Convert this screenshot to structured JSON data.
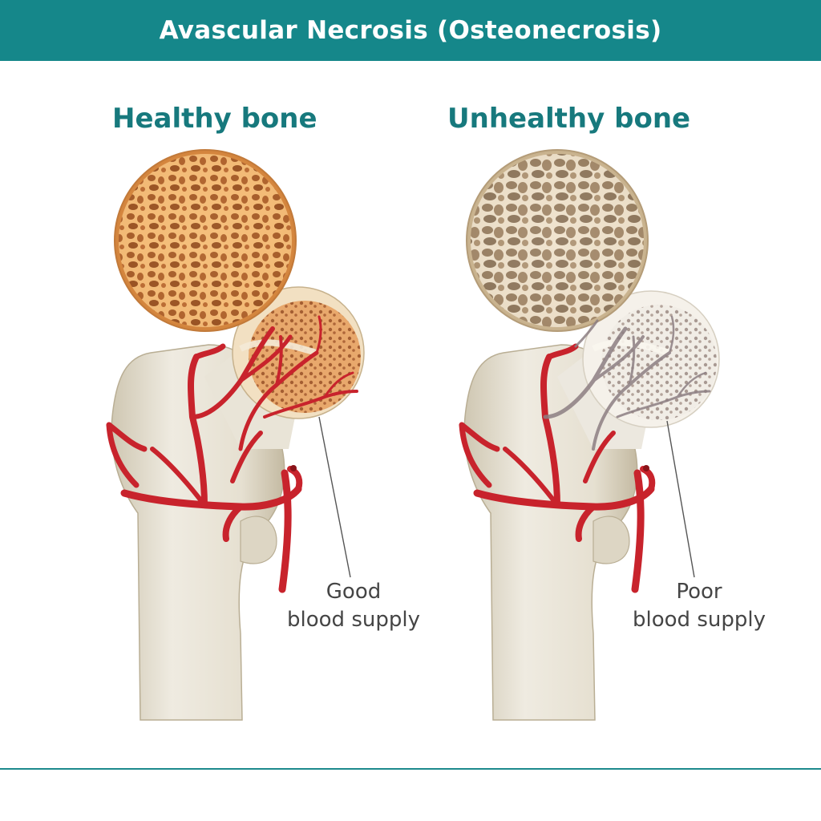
{
  "header": {
    "title": "Avascular Necrosis (Osteonecrosis)"
  },
  "panels": {
    "healthy": {
      "heading": "Healthy bone",
      "callout_line1": "Good",
      "callout_line2": "blood supply"
    },
    "unhealthy": {
      "heading": "Unhealthy bone",
      "callout_line1": "Poor",
      "callout_line2": "blood supply"
    }
  },
  "colors": {
    "header_bg": "#15878a",
    "heading_text": "#17797d",
    "bone": "#e8e3d6",
    "bone_shadow": "#c9c0aa",
    "healthy_trabecular": "#e9a35a",
    "unhealthy_trabecular": "#dbc7a8",
    "artery": "#c8232c",
    "faded_vessel": "#8d7f83",
    "footer_rule": "#1d8a8d"
  },
  "icons": {
    "healthy_illustration": "femur-healthy-blood-supply",
    "unhealthy_illustration": "femur-unhealthy-blood-supply"
  }
}
